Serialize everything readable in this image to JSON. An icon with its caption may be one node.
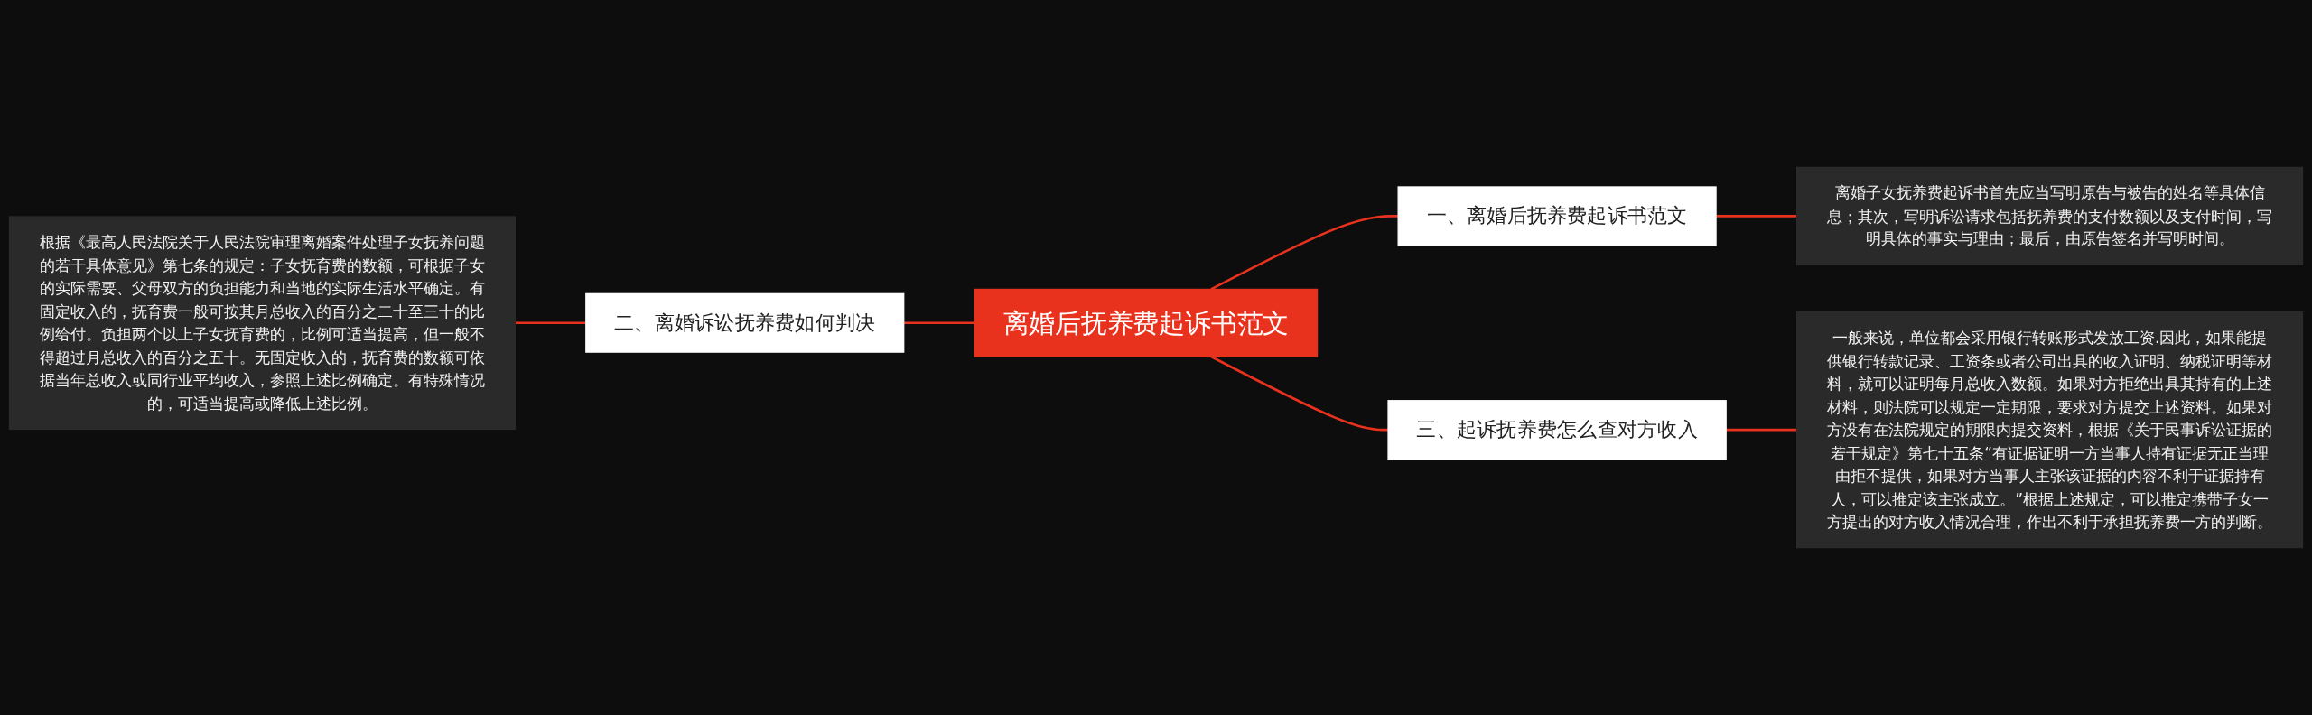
{
  "diagram": {
    "nodes": [
      {
        "text": [
          "离婚后抚养费起诉书范文"
        ]
      },
      {
        "text": [
          "一、离婚后抚养费起诉书范文"
        ]
      },
      {
        "text": [
          "离婚子女抚养费起诉书首先应当写明原告与被告的姓名等具体信息；其次，写明诉讼请求包括抚养费的支付数额以及支付时间，写明具体的事实与理由；最后，由原告签名并写明时间。"
        ]
      },
      {
        "text": [
          "二、离婚诉讼抚养费如何判决"
        ]
      },
      {
        "text": [
          "根据《最高人民法院关于人民法院审理离婚案件处理子女抚养问题的若干具体意见》第七条的规定：子女抚育费的数额，可根据子女的实际需要、父母双方的负担能力和当地的实际生活水平确定。有固定收入的，抚育费一般可按其月总收入的百分之二十至三十的比例给付。负担两个以上子女抚育费的，比例可适当提高，但一般不得超过月总收入的百分之五十。无固定收入的，抚育费的数额可依据当年总收入或同行业平均收入，参照上述比例确定。有特殊情况的，可适当提高或降低上述比例。"
        ]
      },
      {
        "text": [
          "三、起诉抚养费怎么查对方收入"
        ]
      },
      {
        "text": [
          "一般来说，单位都会采用银行转账形式发放工资.因此，如果能提供银行转款记录、工资条或者公司出具的收入证明、纳税证明等材料，就可以证明每月总收入数额。如果对方拒绝出具其持有的上述材料，则法院可以规定一定期限，要求对方提交上述资料。如果对方没有在法院规定的期限内提交资料，根据《关于民事诉讼证据的若干规定》第七十五条“有证据证明一方当事人持有证据无正当理由拒不提供，如果对方当事人主张该证据的内容不利于证据持有人，可以推定该主张成立。”根据上述规定，可以推定携带子女一方提出的对方收入情况合理，作出不利于承担抚养费一方的判断。"
        ]
      }
    ],
    "edges": [
      {
        "from": 0,
        "to": 1,
        "arrow": "none"
      },
      {
        "from": 1,
        "to": 2,
        "arrow": "none"
      },
      {
        "from": 0,
        "to": 3,
        "arrow": "none"
      },
      {
        "from": 3,
        "to": 4,
        "arrow": "none"
      },
      {
        "from": 0,
        "to": 5,
        "arrow": "none"
      },
      {
        "from": 5,
        "to": 6,
        "arrow": "none"
      }
    ]
  }
}
